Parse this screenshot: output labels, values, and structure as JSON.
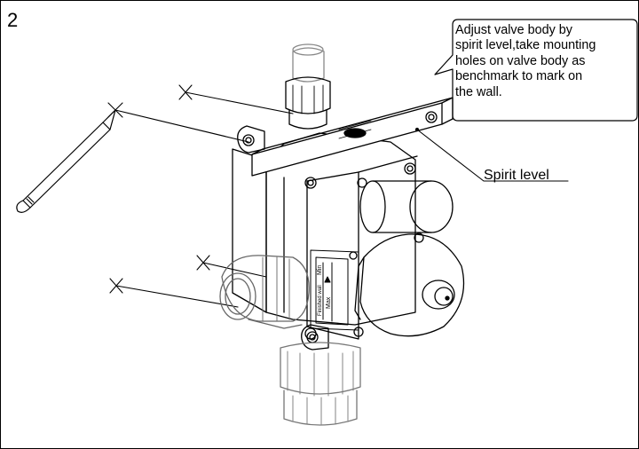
{
  "step_number": "2",
  "callout": {
    "lines": [
      "Adjust valve body by",
      "spirit level,take mounting",
      "holes on valve body as",
      "benchmark to mark on",
      "the wall."
    ]
  },
  "labels": {
    "spirit_level": "Spirit level",
    "scale_min": "Min",
    "scale_max": "Max",
    "scale_finished_wall": "Finished wall"
  }
}
